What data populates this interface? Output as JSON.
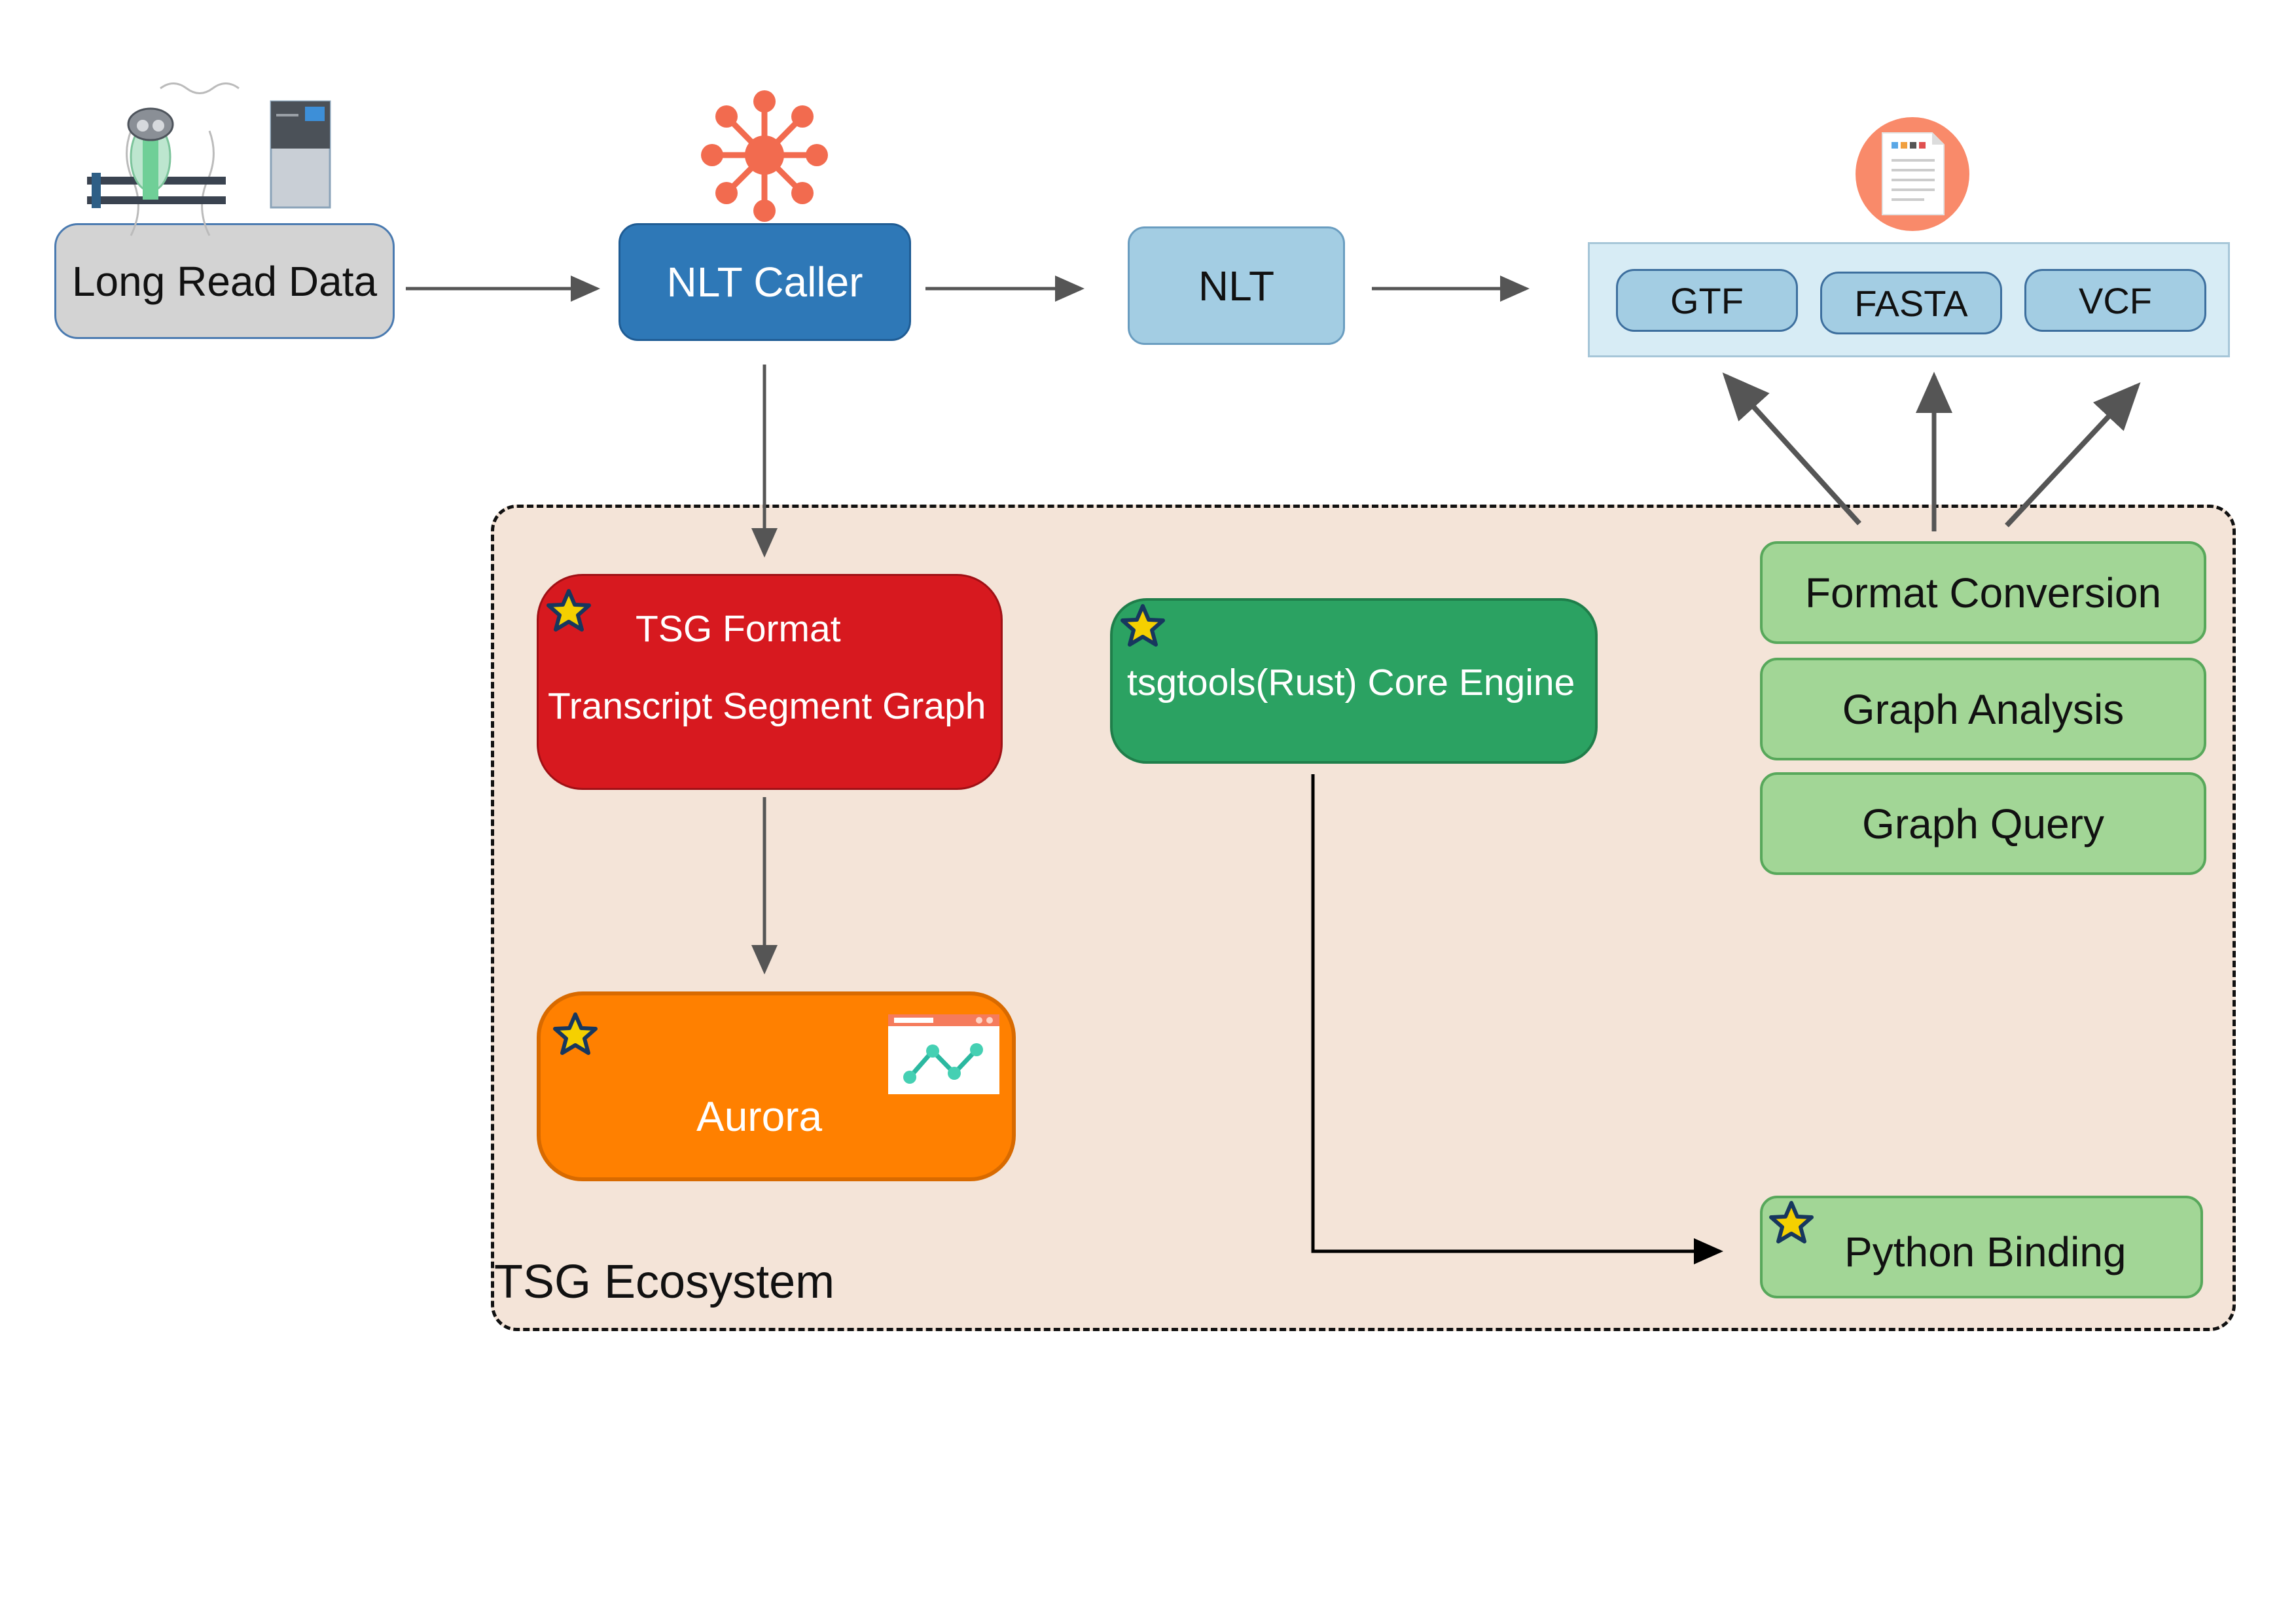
{
  "nodes": {
    "long_read": "Long Read Data",
    "nlt_caller": "NLT Caller",
    "nlt": "NLT",
    "tsg_format_title": "TSG Format",
    "tsg_format_subtitle": "Transcript Segment Graph",
    "aurora": "Aurora",
    "core_engine": "tsgtools(Rust) Core Engine",
    "format_conversion": "Format Conversion",
    "graph_analysis": "Graph Analysis",
    "graph_query": "Graph Query",
    "python_binding": "Python Binding"
  },
  "outputs": [
    "GTF",
    "FASTA",
    "VCF"
  ],
  "group": {
    "label": "TSG Ecosystem"
  },
  "icons": {
    "sequencer": "sequencer-icon",
    "network": "network-hub-icon",
    "document": "document-icon",
    "browser_chart": "browser-chart-icon",
    "highlight": "star-icon"
  },
  "colors": {
    "long_read_fill": "#d3d3d3",
    "caller_fill": "#2e78b7",
    "nlt_fill": "#a3cde3",
    "output_panel_fill": "#d7ecf5",
    "ecosystem_fill": "#f4e4d8",
    "tsg_fill": "#d7191f",
    "aurora_fill": "#ff8000",
    "core_fill": "#2ba262",
    "module_fill": "#a2d696",
    "star_fill": "#f5d000",
    "network_icon": "#f26b4f",
    "document_icon": "#f98a6a"
  }
}
